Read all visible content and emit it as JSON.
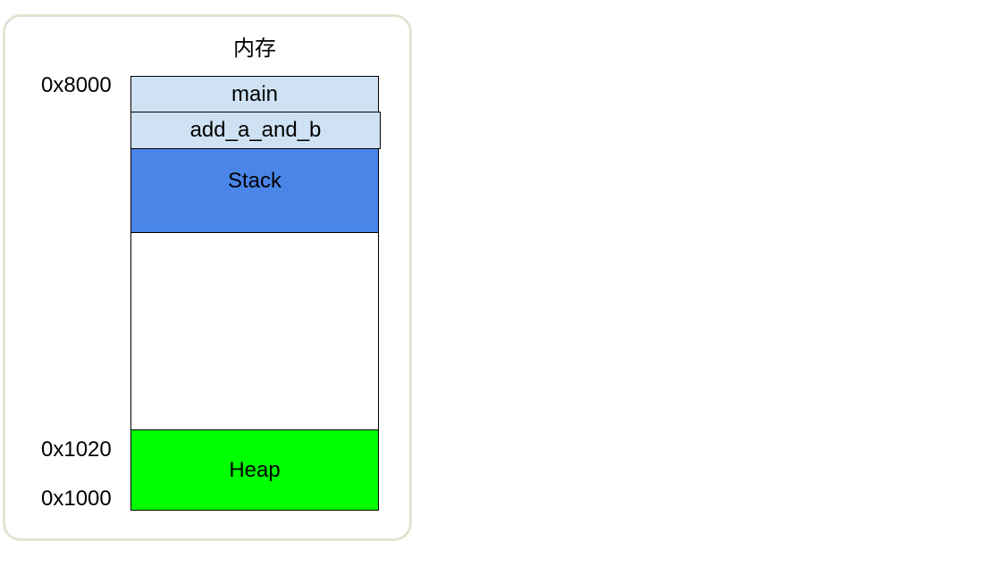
{
  "diagram": {
    "title": "内存",
    "addresses": {
      "top": "0x8000",
      "heap_top": "0x1020",
      "bottom": "0x1000"
    },
    "blocks": {
      "main": {
        "label": "main",
        "color": "#cfe2f3"
      },
      "add_a_and_b": {
        "label": "add_a_and_b",
        "color": "#cfe2f3"
      },
      "stack": {
        "label": "Stack",
        "color": "#4a86e8"
      },
      "free": {
        "label": "",
        "color": "#ffffff"
      },
      "heap": {
        "label": "Heap",
        "color": "#00ff00"
      }
    }
  }
}
